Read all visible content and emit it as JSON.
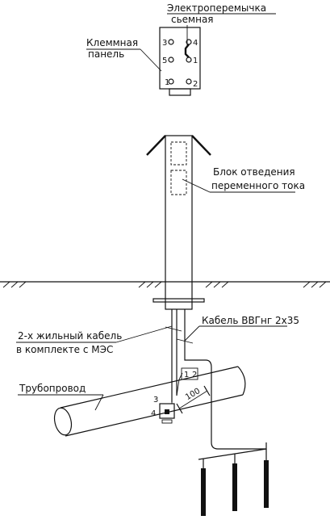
{
  "labels": {
    "jumper_line1": "Электроперемычка",
    "jumper_line2": "сьемная",
    "panel_line1": "Клеммная",
    "panel_line2": "панель",
    "block_line1": "Блок отведения",
    "block_line2": "переменного тока",
    "cable_vvg": "Кабель ВВГнг 2х35",
    "cable2_line1": "2-х жильный кабель",
    "cable2_line2": "в комплекте с МЭС",
    "pipeline": "Трубопровод"
  },
  "terminals": {
    "t1": "1",
    "t2": "2",
    "t3": "3",
    "t4": "4",
    "t5": "5"
  },
  "marks": {
    "clamp_3": "3",
    "clamp_4": "4",
    "dim_100": "100",
    "callout_1": "1",
    "callout_2": "2"
  }
}
